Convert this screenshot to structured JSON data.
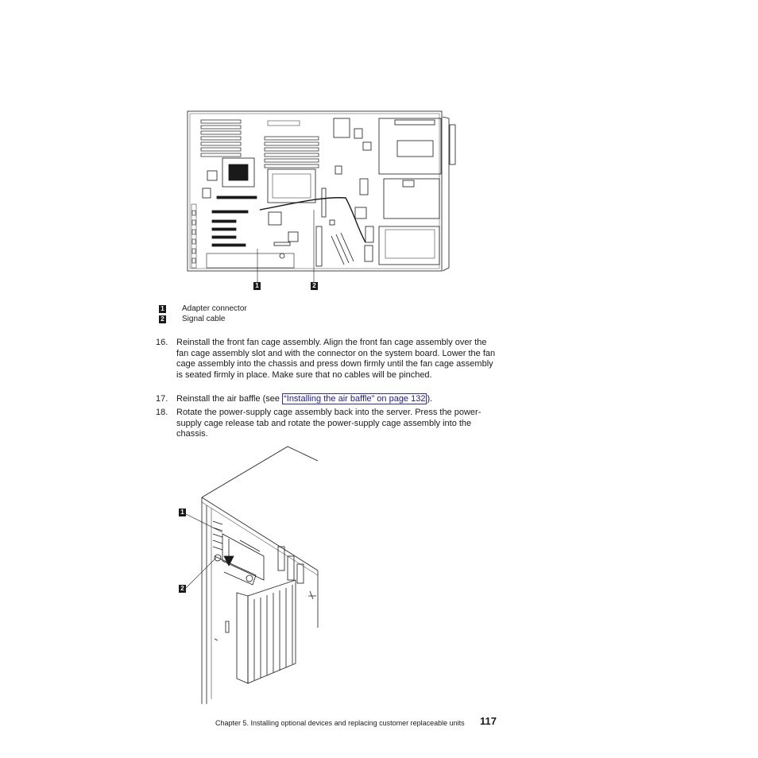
{
  "figure1": {
    "callouts": [
      "1",
      "2"
    ],
    "legend": [
      {
        "num": "1",
        "label": "Adapter connector"
      },
      {
        "num": "2",
        "label": "Signal cable"
      }
    ]
  },
  "steps": [
    {
      "num": "16.",
      "text": "Reinstall the front fan cage assembly. Align the front fan cage assembly over the fan cage assembly slot and with the connector on the system board. Lower the fan cage assembly into the chassis and press down firmly until the fan cage assembly is seated firmly in place. Make sure that no cables will be pinched."
    },
    {
      "num": "17.",
      "text_before": "Reinstall the air baffle (see ",
      "link": "“Installing the air baffle” on page 132",
      "text_after": ")."
    },
    {
      "num": "18.",
      "text": "Rotate the power-supply cage assembly back into the server. Press the power-supply cage release tab and rotate the power-supply cage assembly into the chassis."
    }
  ],
  "figure2": {
    "callouts": [
      "1",
      "2"
    ]
  },
  "footer": {
    "chapter": "Chapter 5. Installing optional devices and replacing customer replaceable units",
    "page": "117"
  }
}
